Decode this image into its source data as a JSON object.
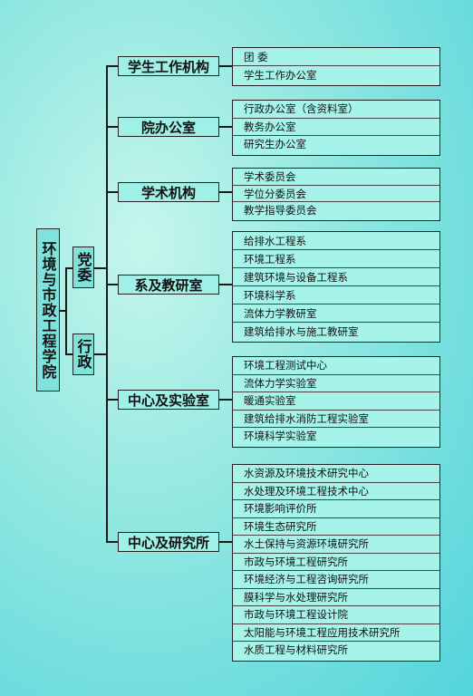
{
  "college": "环境与市政工程学院",
  "party": "党委",
  "admin": "行政",
  "departments": [
    {
      "name": "学生工作机构",
      "items": [
        "团      委",
        "学生工作办公室"
      ]
    },
    {
      "name": "院办公室",
      "items": [
        "行政办公室（含资料室）",
        "教务办公室",
        "研究生办公室"
      ]
    },
    {
      "name": "学术机构",
      "items": [
        "学术委员会",
        "学位分委员会",
        "教学指导委员会"
      ]
    },
    {
      "name": "系及教研室",
      "items": [
        "给排水工程系",
        "环境工程系",
        "建筑环境与设备工程系",
        "环境科学系",
        "流体力学教研室",
        "建筑给排水与施工教研室"
      ]
    },
    {
      "name": "中心及实验室",
      "items": [
        "环境工程测试中心",
        "流体力学实验室",
        "暖通实验室",
        "建筑给排水消防工程实验室",
        "环境科学实验室"
      ]
    },
    {
      "name": "中心及研究所",
      "items": [
        "水资源及环境技术研究中心",
        "水处理及环境工程技术中心",
        "环境影响评价所",
        "环境生态研究所",
        "水土保持与资源环境研究所",
        "市政与环境工程研究所",
        "环境经济与工程咨询研究所",
        "膜科学与水处理研究所",
        "市政与环境工程设计院",
        "太阳能与环境工程应用技术研究所",
        "水质工程与材料研究所"
      ]
    }
  ]
}
